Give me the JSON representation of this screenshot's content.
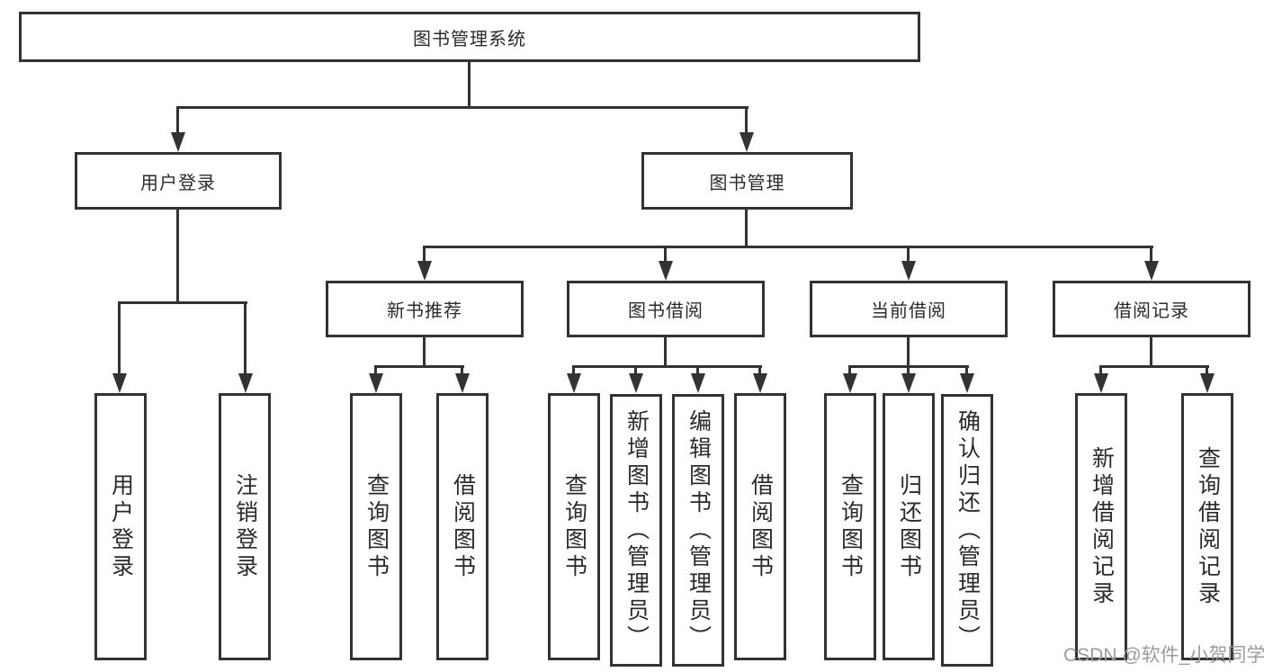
{
  "root": {
    "label": "图书管理系统"
  },
  "branches": {
    "user_login": {
      "label": "用户登录",
      "children": [
        {
          "label": "用户登录"
        },
        {
          "label": "注销登录"
        }
      ]
    },
    "book_mgmt": {
      "label": "图书管理",
      "children": {
        "new_book_rec": {
          "label": "新书推荐",
          "children": [
            {
              "label": "查询图书"
            },
            {
              "label": "借阅图书"
            }
          ]
        },
        "book_borrow": {
          "label": "图书借阅",
          "children": [
            {
              "label": "查询图书"
            },
            {
              "label": "新增图书（管理员）"
            },
            {
              "label": "编辑图书（管理员）"
            },
            {
              "label": "借阅图书"
            }
          ]
        },
        "current_borrow": {
          "label": "当前借阅",
          "children": [
            {
              "label": "查询图书"
            },
            {
              "label": "归还图书"
            },
            {
              "label": "确认归还（管理员）"
            }
          ]
        },
        "borrow_records": {
          "label": "借阅记录",
          "children": [
            {
              "label": "新增借阅记录"
            },
            {
              "label": "查询借阅记录"
            }
          ]
        }
      }
    }
  },
  "watermark": "CSDN @软件_小贺同学",
  "colors": {
    "line": "#333333",
    "background": "#ffffff",
    "text": "#2b2b2b",
    "watermark": "#9c9c9c"
  }
}
